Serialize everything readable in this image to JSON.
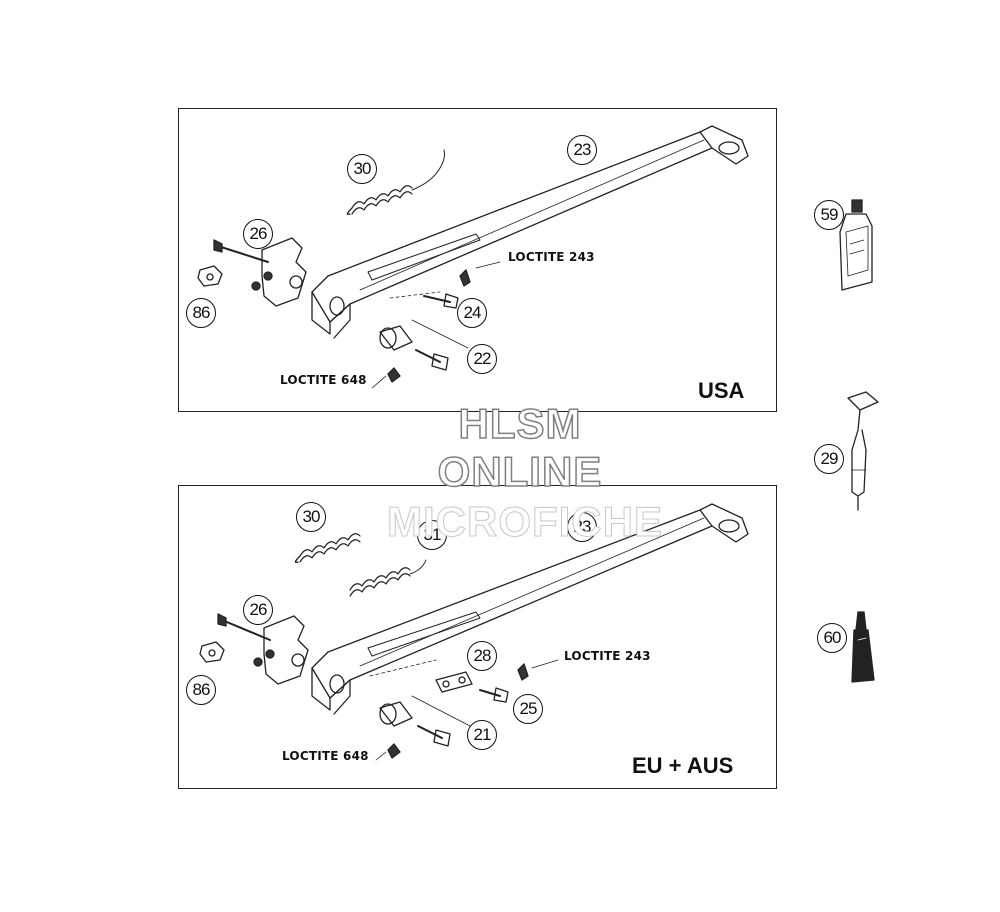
{
  "panels": {
    "usa": {
      "region_label": "USA",
      "loctite_upper": "LOCTITE 243",
      "loctite_lower": "LOCTITE 648",
      "callouts": {
        "spring": "30",
        "stand": "23",
        "pivot": "26",
        "nut": "86",
        "screw_upper": "24",
        "bushing": "22"
      }
    },
    "eu": {
      "region_label": "EU + AUS",
      "loctite_upper": "LOCTITE 243",
      "loctite_lower": "LOCTITE 648",
      "callouts": {
        "spring_a": "30",
        "spring_b": "31",
        "stand": "23",
        "pivot": "26",
        "nut": "86",
        "plate": "28",
        "screw_upper": "25",
        "bushing": "21"
      }
    }
  },
  "side_parts": {
    "loctite_bottle": "59",
    "tool": "29",
    "tube": "60"
  },
  "watermark": {
    "line1": "HLSM",
    "line2": "ONLINE",
    "line3": "MICROFICHE"
  }
}
